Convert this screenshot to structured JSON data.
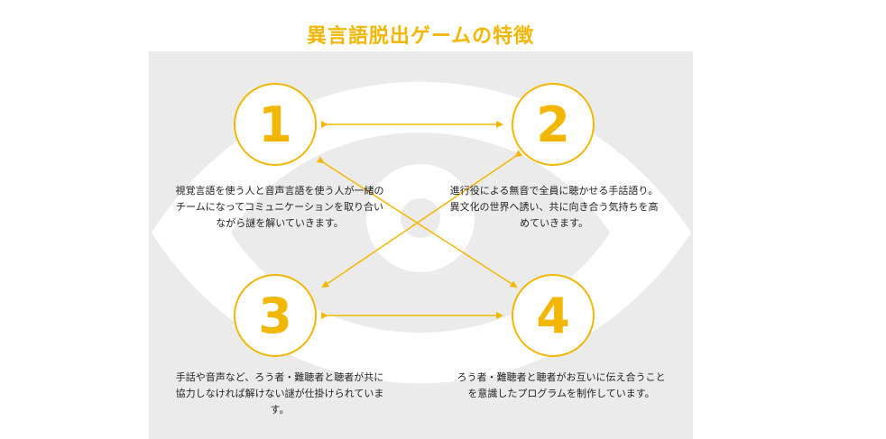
{
  "title": "異言語脱出ゲームの特徴",
  "colors": {
    "accent": "#f2b705",
    "background_gray": "#ebebeb",
    "eye_white": "#ffffff",
    "text": "#222222"
  },
  "features": [
    {
      "number": "1",
      "lines": [
        "視覚言語を使う人と音声言語を使う人が一緒の",
        "チームになってコミュニケーションを取り合い",
        "ながら謎を解いていきます。"
      ]
    },
    {
      "number": "2",
      "lines": [
        "進行役による無音で全員に聴かせる手話語り。",
        "異文化の世界へ誘い、共に向き合う気持ちを高",
        "めていきます。"
      ]
    },
    {
      "number": "3",
      "lines": [
        "手話や音声など、ろう者・難聴者と聴者が共に",
        "協力しなければ解けない謎が仕掛けられていま",
        "す。"
      ]
    },
    {
      "number": "4",
      "lines": [
        "ろう者・難聴者と聴者がお互いに伝え合うこと",
        "を意識したプログラムを制作しています。"
      ]
    }
  ]
}
